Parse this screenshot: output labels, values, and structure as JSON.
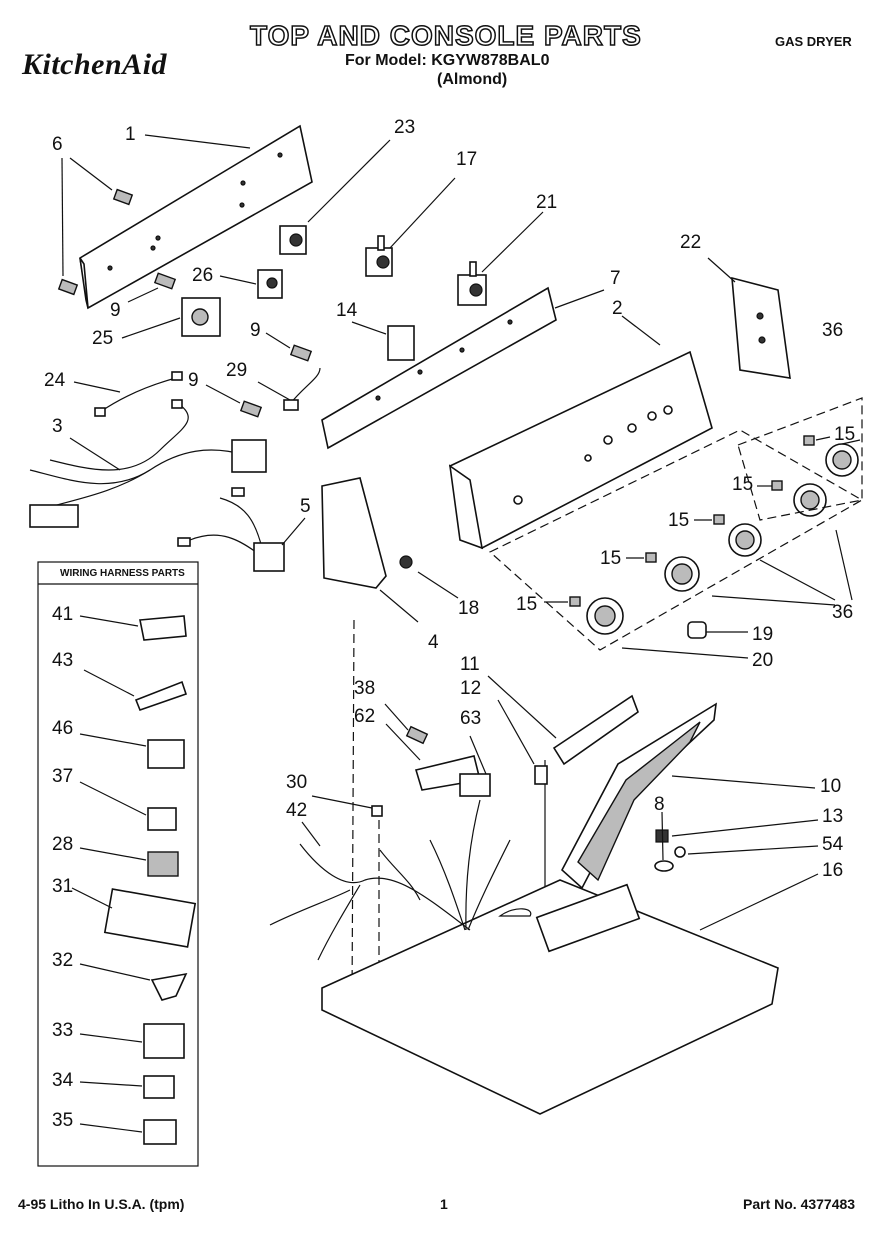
{
  "header": {
    "brand": "KitchenAid",
    "title": "TOP AND CONSOLE PARTS",
    "model": "For Model: KGYW878BAL0",
    "color": "(Almond)",
    "product": "GAS DRYER"
  },
  "footer": {
    "litho": "4-95 Litho In U.S.A. (tpm)",
    "page": "1",
    "part_no": "Part No. 4377483"
  },
  "wiring_box": {
    "title": "WIRING HARNESS PARTS"
  },
  "callouts": [
    "1",
    "6",
    "23",
    "17",
    "21",
    "22",
    "7",
    "2",
    "26",
    "9",
    "14",
    "25",
    "9",
    "36",
    "24",
    "9",
    "29",
    "3",
    "15",
    "15",
    "5",
    "15",
    "15",
    "15",
    "18",
    "4",
    "36",
    "19",
    "20",
    "11",
    "12",
    "38",
    "62",
    "63",
    "10",
    "30",
    "8",
    "13",
    "42",
    "54",
    "16",
    "41",
    "43",
    "46",
    "37",
    "28",
    "31",
    "32",
    "33",
    "34",
    "35"
  ]
}
